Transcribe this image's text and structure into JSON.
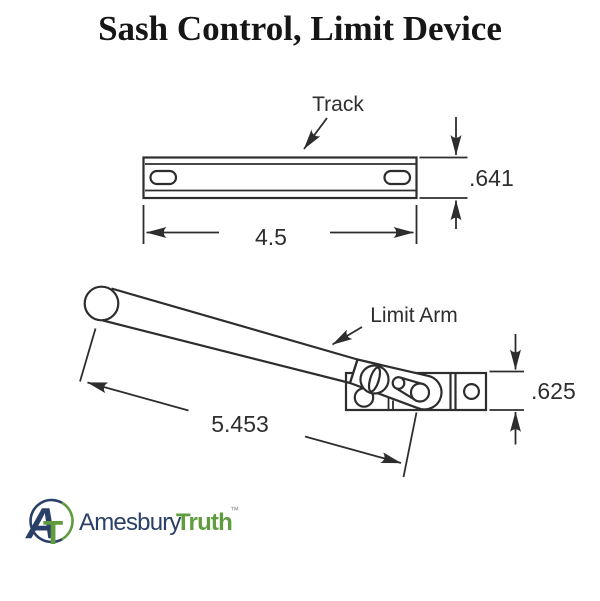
{
  "title": "Sash Control, Limit Device",
  "diagram": {
    "track": {
      "label": "Track",
      "width_dim": "4.5",
      "height_dim": ".641"
    },
    "limit_arm": {
      "label": "Limit Arm",
      "length_dim": "5.453",
      "bracket_height_dim": ".625"
    }
  },
  "logo": {
    "monogram_a": "A",
    "monogram_t": "T",
    "name_first": "Amesbury",
    "name_second": "Truth",
    "trademark": "™"
  },
  "colors": {
    "line": "#2d2d2d",
    "text": "#2e2e2e",
    "logo_navy": "#2b4068",
    "logo_green": "#5f9c3e",
    "trademark_gray": "#8a8a8a",
    "background": "#ffffff"
  }
}
